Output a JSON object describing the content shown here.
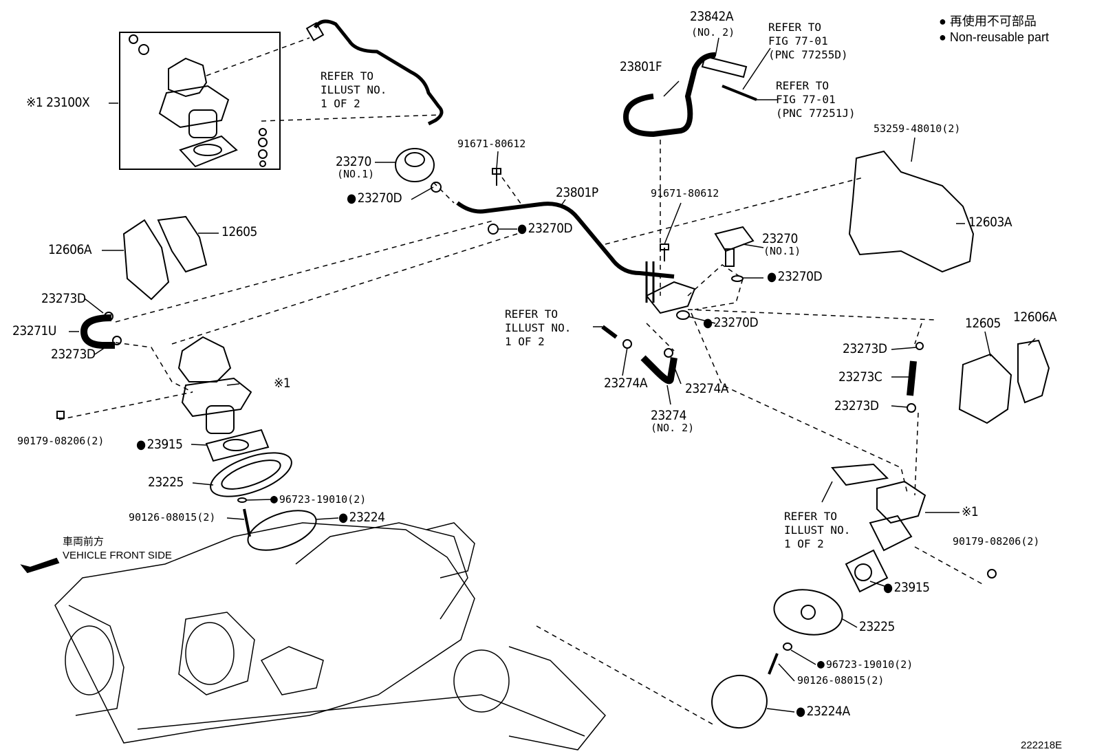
{
  "legend": {
    "jp": "● 再使用不可部品",
    "en": "● Non-reusable part"
  },
  "vehicle_front": {
    "jp": "車両前方",
    "en": "VEHICLE FRONT SIDE"
  },
  "diagram_code": "222218E",
  "refs": {
    "ref1": "REFER TO\nILLUST NO.\n1 OF 2",
    "ref2": "REFER TO\nILLUST NO.\n1 OF 2",
    "ref3": "REFER TO\nILLUST NO.\n1 OF 2",
    "fig77_a": "REFER TO\nFIG 77-01\n(PNC 77255D)",
    "fig77_b": "REFER TO\nFIG 77-01\n(PNC 77251J)"
  },
  "parts": {
    "p23100x": "※1  23100X",
    "p23842a": "23842A",
    "p23842a_sub": "(NO. 2)",
    "p23801f": "23801F",
    "p53259": "53259-48010(2)",
    "p23270_l": "23270",
    "p23270_l_sub": "(NO.1)",
    "p91671_a": "91671-80612",
    "p23270d_1": "23270D",
    "p23801p": "23801P",
    "p23270d_2": "23270D",
    "p91671_b": "91671-80612",
    "p12605_l": "12605",
    "p12606a_l": "12606A",
    "p12603a": "12603A",
    "p23270_r": "23270",
    "p23270_r_sub": "(NO.1)",
    "p23270d_3": "23270D",
    "p23270d_4": "23270D",
    "p23273d_1": "23273D",
    "p23271u": "23271U",
    "p23273d_2": "23273D",
    "p23274a_1": "23274A",
    "p23274a_2": "23274A",
    "p23274": "23274",
    "p23274_sub": "(NO. 2)",
    "p12605_r": "12605",
    "p12606a_r": "12606A",
    "p23273d_3": "23273D",
    "p23273c": "23273C",
    "p23273d_4": "23273D",
    "p_star1_l": "※1",
    "p90179_l": "90179-08206(2)",
    "p23915_l": "23915",
    "p23225_l": "23225",
    "p96723_l": "96723-19010(2)",
    "p90126_l": "90126-08015(2)",
    "p23224": "23224",
    "p_star1_r": "※1",
    "p90179_r": "90179-08206(2)",
    "p23915_r": "23915",
    "p23225_r": "23225",
    "p96723_r": "96723-19010(2)",
    "p90126_r": "90126-08015(2)",
    "p23224a": "23224A"
  }
}
